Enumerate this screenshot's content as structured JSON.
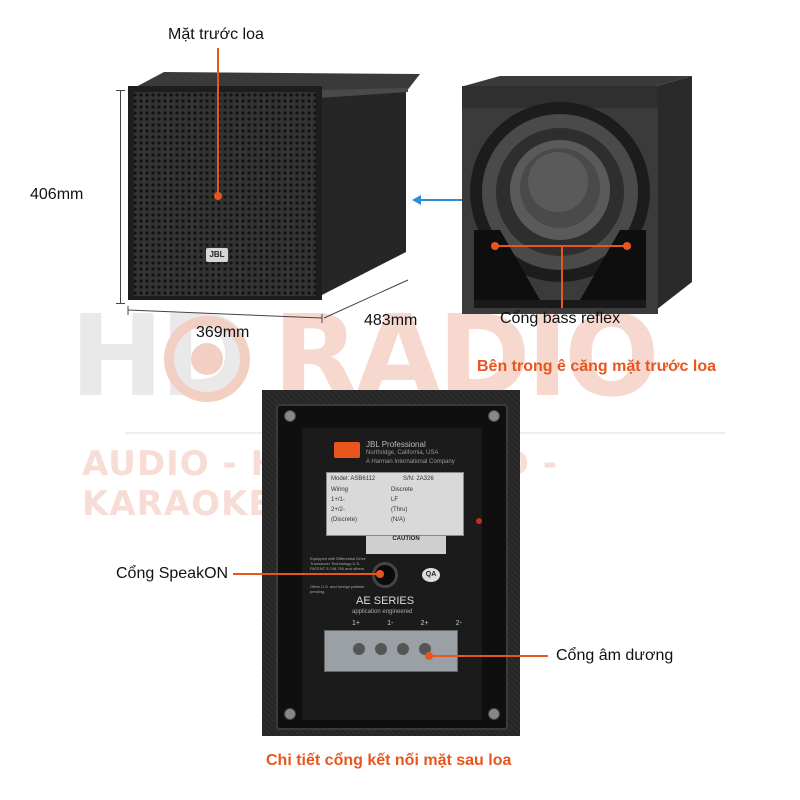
{
  "annotations": {
    "front_face": "Mặt trước loa",
    "height": "406mm",
    "width": "369mm",
    "depth": "483mm",
    "bass_port": "Cổng bass reflex",
    "inside_front": "Bên trong ê căng mặt trước loa",
    "speakon": "Cổng SpeakON",
    "binding_posts": "Cổng âm dương",
    "rear_caption": "Chi tiết cổng kết nối mặt sau loa"
  },
  "watermark": {
    "logo_left": "HD",
    "logo_right": "RADIO",
    "tagline": "AUDIO - HI-FI - SOUND - KARAOKE"
  },
  "panel": {
    "brand_logo": "JBL",
    "brand": "JBL Professional",
    "address": "Northridge, California, USA",
    "harman": "A Harman International Company",
    "model_label": "Model: ASB6112",
    "serial_label": "S/N: 2A326",
    "table_rows": [
      [
        "Wiring",
        "Discrete"
      ],
      [
        "1+/1-",
        "LF"
      ],
      [
        "2+/2-",
        "(Thru)"
      ],
      [
        "(Discrete)",
        "(N/A)"
      ]
    ],
    "caution": "CAUTION",
    "qa": "QA",
    "series": "AE SERIES",
    "series_sub": "application engineered",
    "terminals": [
      "1+",
      "1-",
      "2+",
      "2-"
    ],
    "small_print_1": "Equipped with Differential Drive Transducer Technology U.S. PATENT 5,748,760 and others.",
    "small_print_2": "Other U.S. and foreign patents pending."
  },
  "colors": {
    "accent": "#e8561e",
    "cabinet": "#2b2b2b",
    "arrow": "#2a8fd6"
  },
  "icons": [
    "jbl-logo-icon",
    "double-arrow-icon",
    "speakon-socket-icon",
    "binding-post-icon",
    "screw-icon"
  ]
}
